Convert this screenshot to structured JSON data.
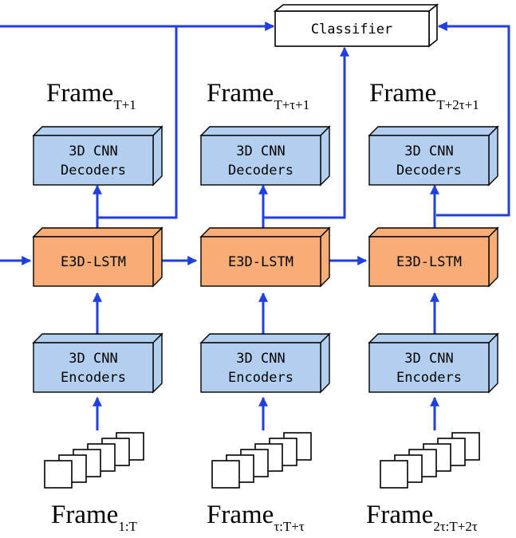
{
  "classifier": {
    "label": "Classifier"
  },
  "columns": [
    {
      "decoder": {
        "line1": "3D CNN",
        "line2": "Decoders"
      },
      "lstm": {
        "label": "E3D-LSTM"
      },
      "encoder": {
        "line1": "3D CNN",
        "line2": "Encoders"
      },
      "output_caption": {
        "main": "Frame",
        "sub": "T+1"
      },
      "input_caption": {
        "main": "Frame",
        "sub": "1:T"
      }
    },
    {
      "decoder": {
        "line1": "3D CNN",
        "line2": "Decoders"
      },
      "lstm": {
        "label": "E3D-LSTM"
      },
      "encoder": {
        "line1": "3D CNN",
        "line2": "Encoders"
      },
      "output_caption": {
        "main": "Frame",
        "sub": "T+τ+1"
      },
      "input_caption": {
        "main": "Frame",
        "sub": "τ:T+τ"
      }
    },
    {
      "decoder": {
        "line1": "3D CNN",
        "line2": "Decoders"
      },
      "lstm": {
        "label": "E3D-LSTM"
      },
      "encoder": {
        "line1": "3D CNN",
        "line2": "Encoders"
      },
      "output_caption": {
        "main": "Frame",
        "sub": "T+2τ+1"
      },
      "input_caption": {
        "main": "Frame",
        "sub": "2τ:T+2τ"
      }
    }
  ],
  "colors": {
    "arrow": "#1f3fe0",
    "cnn_fill": "#b3cff0",
    "lstm_fill": "#f7ad75",
    "box_stroke": "#000000",
    "frame_fill": "#ffffff"
  }
}
